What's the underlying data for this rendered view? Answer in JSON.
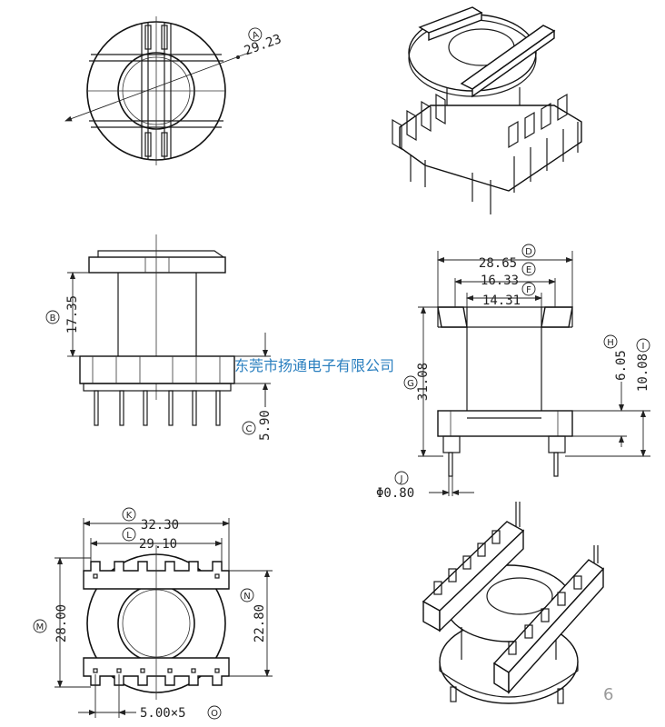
{
  "watermark": "东莞市扬通电子有限公司",
  "page_number": "6",
  "top_view": {
    "dim_A": {
      "tag": "A",
      "value": "29.23"
    }
  },
  "side_view": {
    "dim_B": {
      "tag": "B",
      "value": "17.35"
    },
    "dim_C": {
      "tag": "C",
      "value": "5.90"
    }
  },
  "front_view": {
    "dim_D": {
      "tag": "D",
      "value": "28.65"
    },
    "dim_E": {
      "tag": "E",
      "value": "16.33"
    },
    "dim_F": {
      "tag": "F",
      "value": "14.31"
    },
    "dim_G": {
      "tag": "G",
      "value": "31.08"
    },
    "dim_H": {
      "tag": "H",
      "value": "6.05"
    },
    "dim_I": {
      "tag": "I",
      "value": "10.08"
    },
    "dim_J": {
      "tag": "J",
      "value": "Φ0.80"
    }
  },
  "bottom_view": {
    "dim_K": {
      "tag": "K",
      "value": "32.30"
    },
    "dim_L": {
      "tag": "L",
      "value": "29.10"
    },
    "dim_M": {
      "tag": "M",
      "value": "28.00"
    },
    "dim_N": {
      "tag": "N",
      "value": "22.80"
    },
    "dim_O": {
      "tag": "O",
      "value": "5.00×5"
    }
  }
}
